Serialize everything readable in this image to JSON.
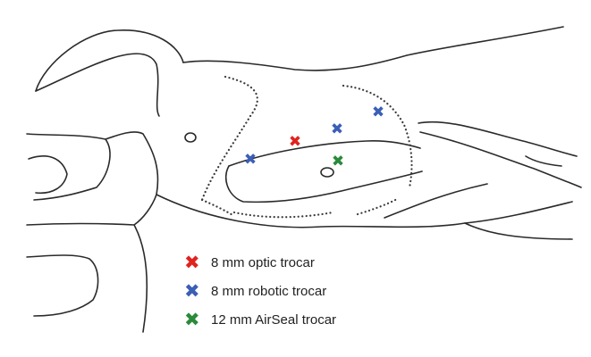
{
  "colors": {
    "optic": "#e0231e",
    "robotic": "#3b5fb6",
    "airseal": "#2a8a3a",
    "outline": "#2a2a2a"
  },
  "marker_glyph": "✖",
  "legend": [
    {
      "label": "8 mm optic trocar",
      "color": "#e0231e"
    },
    {
      "label": "8 mm robotic trocar",
      "color": "#3b5fb6"
    },
    {
      "label": "12 mm AirSeal trocar",
      "color": "#2a8a3a"
    }
  ]
}
